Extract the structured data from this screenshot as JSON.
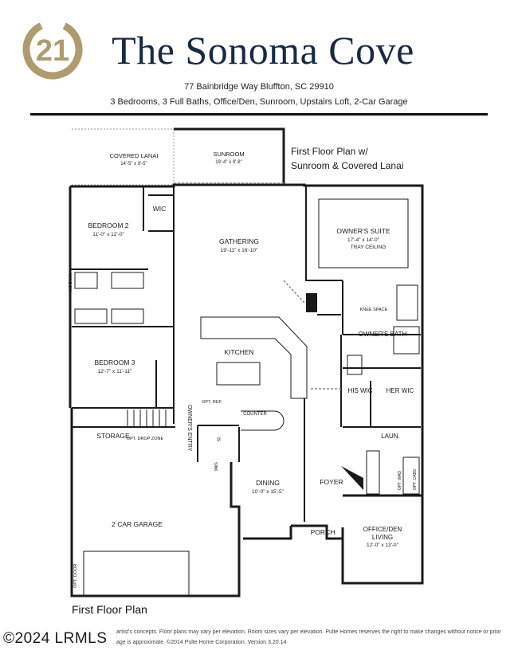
{
  "header": {
    "logo_text": "21",
    "title": "The Sonoma Cove",
    "address": "77 Bainbridge Way Bluffton, SC  29910",
    "features": "3 Bedrooms, 3 Full Baths, Office/Den, Sunroom, Upstairs Loft, 2-Car Garage"
  },
  "plan": {
    "heading_line1": "First Floor Plan w/",
    "heading_line2": "Sunroom & Covered Lanai",
    "footer_label": "First Floor Plan",
    "rooms": {
      "covered_lanai": {
        "name": "COVERED LANAI",
        "size": "14'-5\" x 9'-5\""
      },
      "sunroom": {
        "name": "SUNROOM",
        "size": "19'-4\" x 9'-8\""
      },
      "wic": {
        "name": "WIC"
      },
      "bedroom2": {
        "name": "BEDROOM 2",
        "size": "11'-0\" x 12'-0\""
      },
      "gathering": {
        "name": "GATHERING",
        "size": "19'-11\" x 16'-10\""
      },
      "owners_suite": {
        "name": "OWNER'S SUITE",
        "size": "17'-4\" x 14'-0\"",
        "note": "TRAY CEILING"
      },
      "window": {
        "name": "WINDOW"
      },
      "knee_space": {
        "name": "KNEE SPACE"
      },
      "owners_bath": {
        "name": "OWNER'S BATH"
      },
      "bedroom3": {
        "name": "BEDROOM 3",
        "size": "12'-7\" x 11'-11\""
      },
      "kitchen": {
        "name": "KITCHEN"
      },
      "his_wic": {
        "name": "HIS WIC"
      },
      "her_wic": {
        "name": "HER WIC"
      },
      "opt_ref": {
        "name": "OPT. REF."
      },
      "owners_entry": {
        "name": "OWNER'S ENTRY"
      },
      "counter": {
        "name": "COUNTER"
      },
      "storage": {
        "name": "STORAGE"
      },
      "opt_drop_zone": {
        "name": "OPT. DROP ZONE"
      },
      "pantry": {
        "name": "P."
      },
      "laundry": {
        "name": "LAUN."
      },
      "sink": {
        "name": "SINK"
      },
      "opt_wad": {
        "name": "OPT. WAD"
      },
      "opt_cabs": {
        "name": "OPT. CABS"
      },
      "dining": {
        "name": "DINING",
        "size": "10'-0\" x 15'-5\""
      },
      "foyer": {
        "name": "FOYER"
      },
      "garage": {
        "name": "2 CAR GARAGE"
      },
      "porch": {
        "name": "PORCH"
      },
      "office": {
        "name": "OFFICE/DEN",
        "sub": "LIVING",
        "size": "12'-0\" x 13'-0\""
      },
      "opt_door": {
        "name": "OPT. DOOR"
      }
    }
  },
  "footer": {
    "watermark": "©2024 LRMLS",
    "disclaimer_line1": "artist's concepts. Floor plans may vary per elevation. Room sizes vary per elevation. Pulte Homes reserves the right to make changes without notice or prior",
    "disclaimer_line2": "age is approximate. ©2014 Pulte Home Corporation. Version 3.20.14"
  },
  "colors": {
    "title": "#172a45",
    "logo": "#b09a6e",
    "lines": "#1a1a1a"
  }
}
